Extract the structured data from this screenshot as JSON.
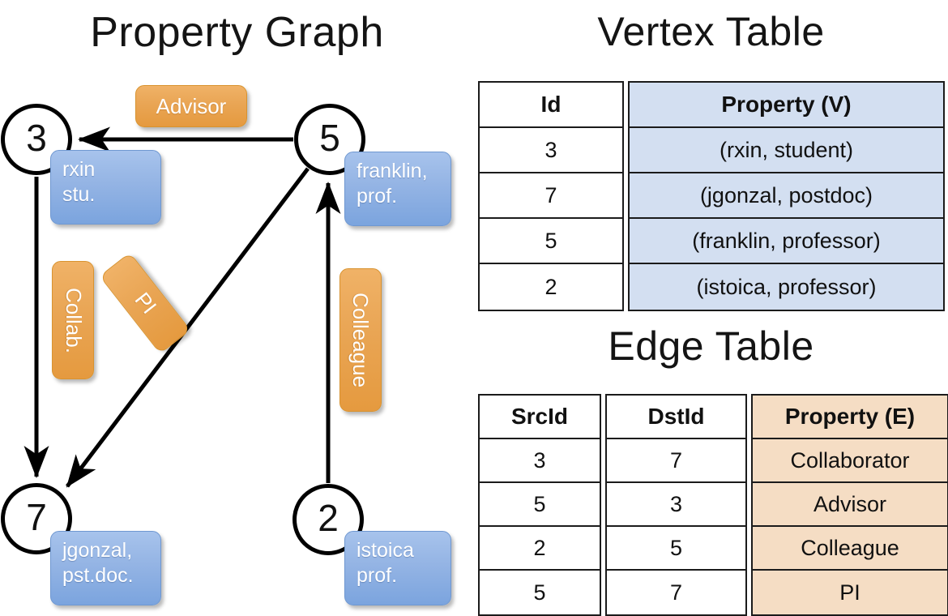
{
  "titles": {
    "property_graph": "Property Graph",
    "vertex_table": "Vertex Table",
    "edge_table": "Edge Table"
  },
  "colors": {
    "vertex_property_fill": "#d3dff1",
    "edge_property_fill": "#f5ddc4",
    "node_box_blue": "#94b4e4",
    "edge_label_orange": "#e9a554",
    "border": "#1b1b1b",
    "text": "#111111"
  },
  "graph": {
    "nodes": [
      {
        "id": "3",
        "property_line1": "rxin",
        "property_line2": "stu."
      },
      {
        "id": "5",
        "property_line1": "franklin,",
        "property_line2": "prof."
      },
      {
        "id": "7",
        "property_line1": "jgonzal,",
        "property_line2": "pst.doc."
      },
      {
        "id": "2",
        "property_line1": "istoica",
        "property_line2": "prof."
      }
    ],
    "edge_labels": [
      {
        "name": "advisor",
        "text": "Advisor",
        "orientation": "horizontal"
      },
      {
        "name": "collab",
        "text": "Collab.",
        "orientation": "vertical"
      },
      {
        "name": "pi",
        "text": "PI",
        "orientation": "tilted"
      },
      {
        "name": "colleague",
        "text": "Colleague",
        "orientation": "vertical"
      }
    ],
    "edges": [
      {
        "src": "5",
        "dst": "3",
        "label": "Advisor"
      },
      {
        "src": "3",
        "dst": "7",
        "label": "Collab."
      },
      {
        "src": "5",
        "dst": "7",
        "label": "PI"
      },
      {
        "src": "2",
        "dst": "5",
        "label": "Colleague"
      }
    ]
  },
  "vertex_table": {
    "headers": [
      "Id",
      "Property (V)"
    ],
    "rows": [
      {
        "id": "3",
        "property": "(rxin, student)"
      },
      {
        "id": "7",
        "property": "(jgonzal, postdoc)"
      },
      {
        "id": "5",
        "property": "(franklin, professor)"
      },
      {
        "id": "2",
        "property": "(istoica, professor)"
      }
    ]
  },
  "edge_table": {
    "headers": [
      "SrcId",
      "DstId",
      "Property (E)"
    ],
    "rows": [
      {
        "src": "3",
        "dst": "7",
        "property": "Collaborator"
      },
      {
        "src": "5",
        "dst": "3",
        "property": "Advisor"
      },
      {
        "src": "2",
        "dst": "5",
        "property": "Colleague"
      },
      {
        "src": "5",
        "dst": "7",
        "property": "PI"
      }
    ]
  }
}
